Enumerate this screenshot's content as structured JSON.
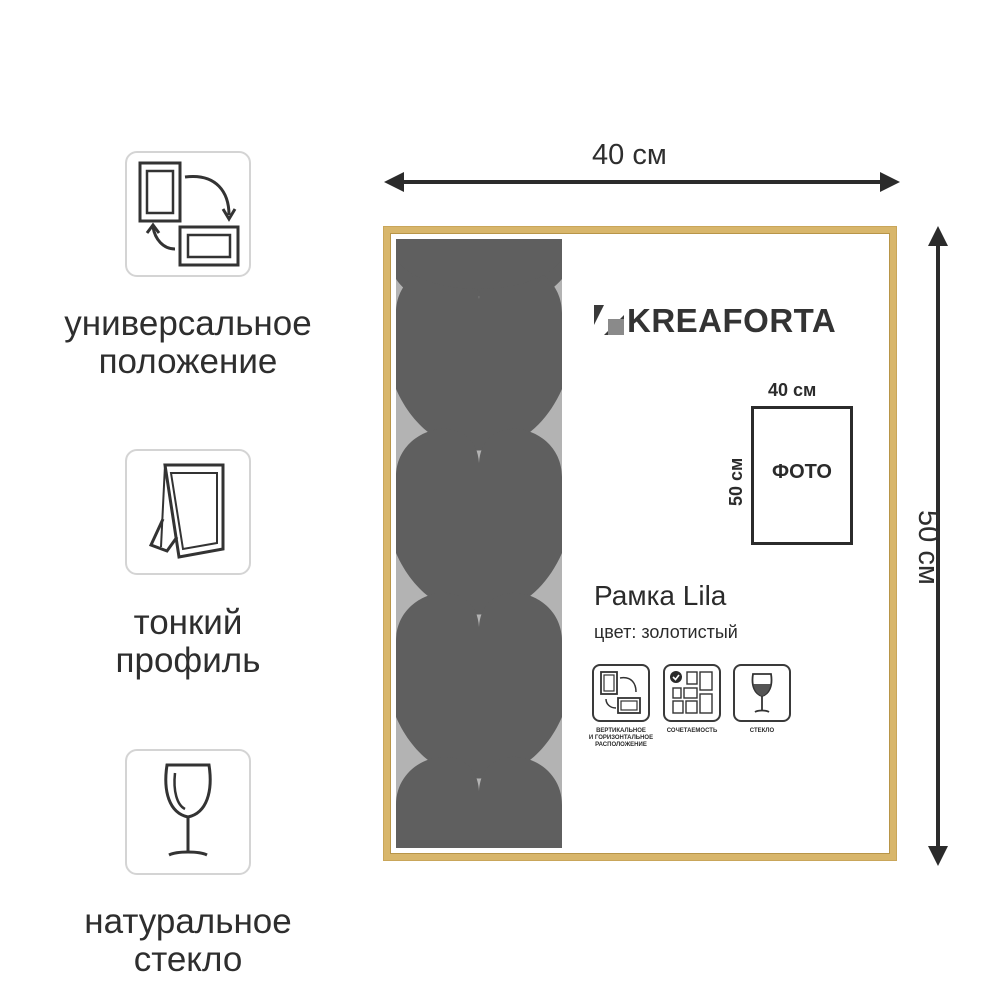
{
  "features": [
    {
      "icon": "orientation-swap-icon",
      "label_line1": "универсальное",
      "label_line2": "положение"
    },
    {
      "icon": "thin-profile-frame-icon",
      "label_line1": "тонкий",
      "label_line2": "профиль"
    },
    {
      "icon": "wine-glass-icon",
      "label_line1": "натуральное",
      "label_line2": "стекло"
    }
  ],
  "dimensions": {
    "width_label": "40 см",
    "height_label": "50 см"
  },
  "insert": {
    "brand": "KREAFORTA",
    "photo_width": "40 см",
    "photo_height": "50 см",
    "photo_label": "ФОТО",
    "product_name": "Рамка Lila",
    "product_color": "цвет: золотистый",
    "mini_icons": [
      {
        "icon": "orientation-icon",
        "caption_line1": "ВЕРТИКАЛЬНОЕ",
        "caption_line2": "И ГОРИЗОНТАЛЬНОЕ",
        "caption_line3": "РАСПОЛОЖЕНИЕ"
      },
      {
        "icon": "gallery-wall-icon",
        "caption_line1": "СОЧЕТАЕМОСТЬ"
      },
      {
        "icon": "glass-icon",
        "caption_line1": "СТЕКЛО"
      }
    ]
  },
  "colors": {
    "frame_gold": "#d8b66b",
    "pattern_dark": "#5f5f5f",
    "pattern_light": "#b3b3b3",
    "text": "#2b2b2b"
  }
}
